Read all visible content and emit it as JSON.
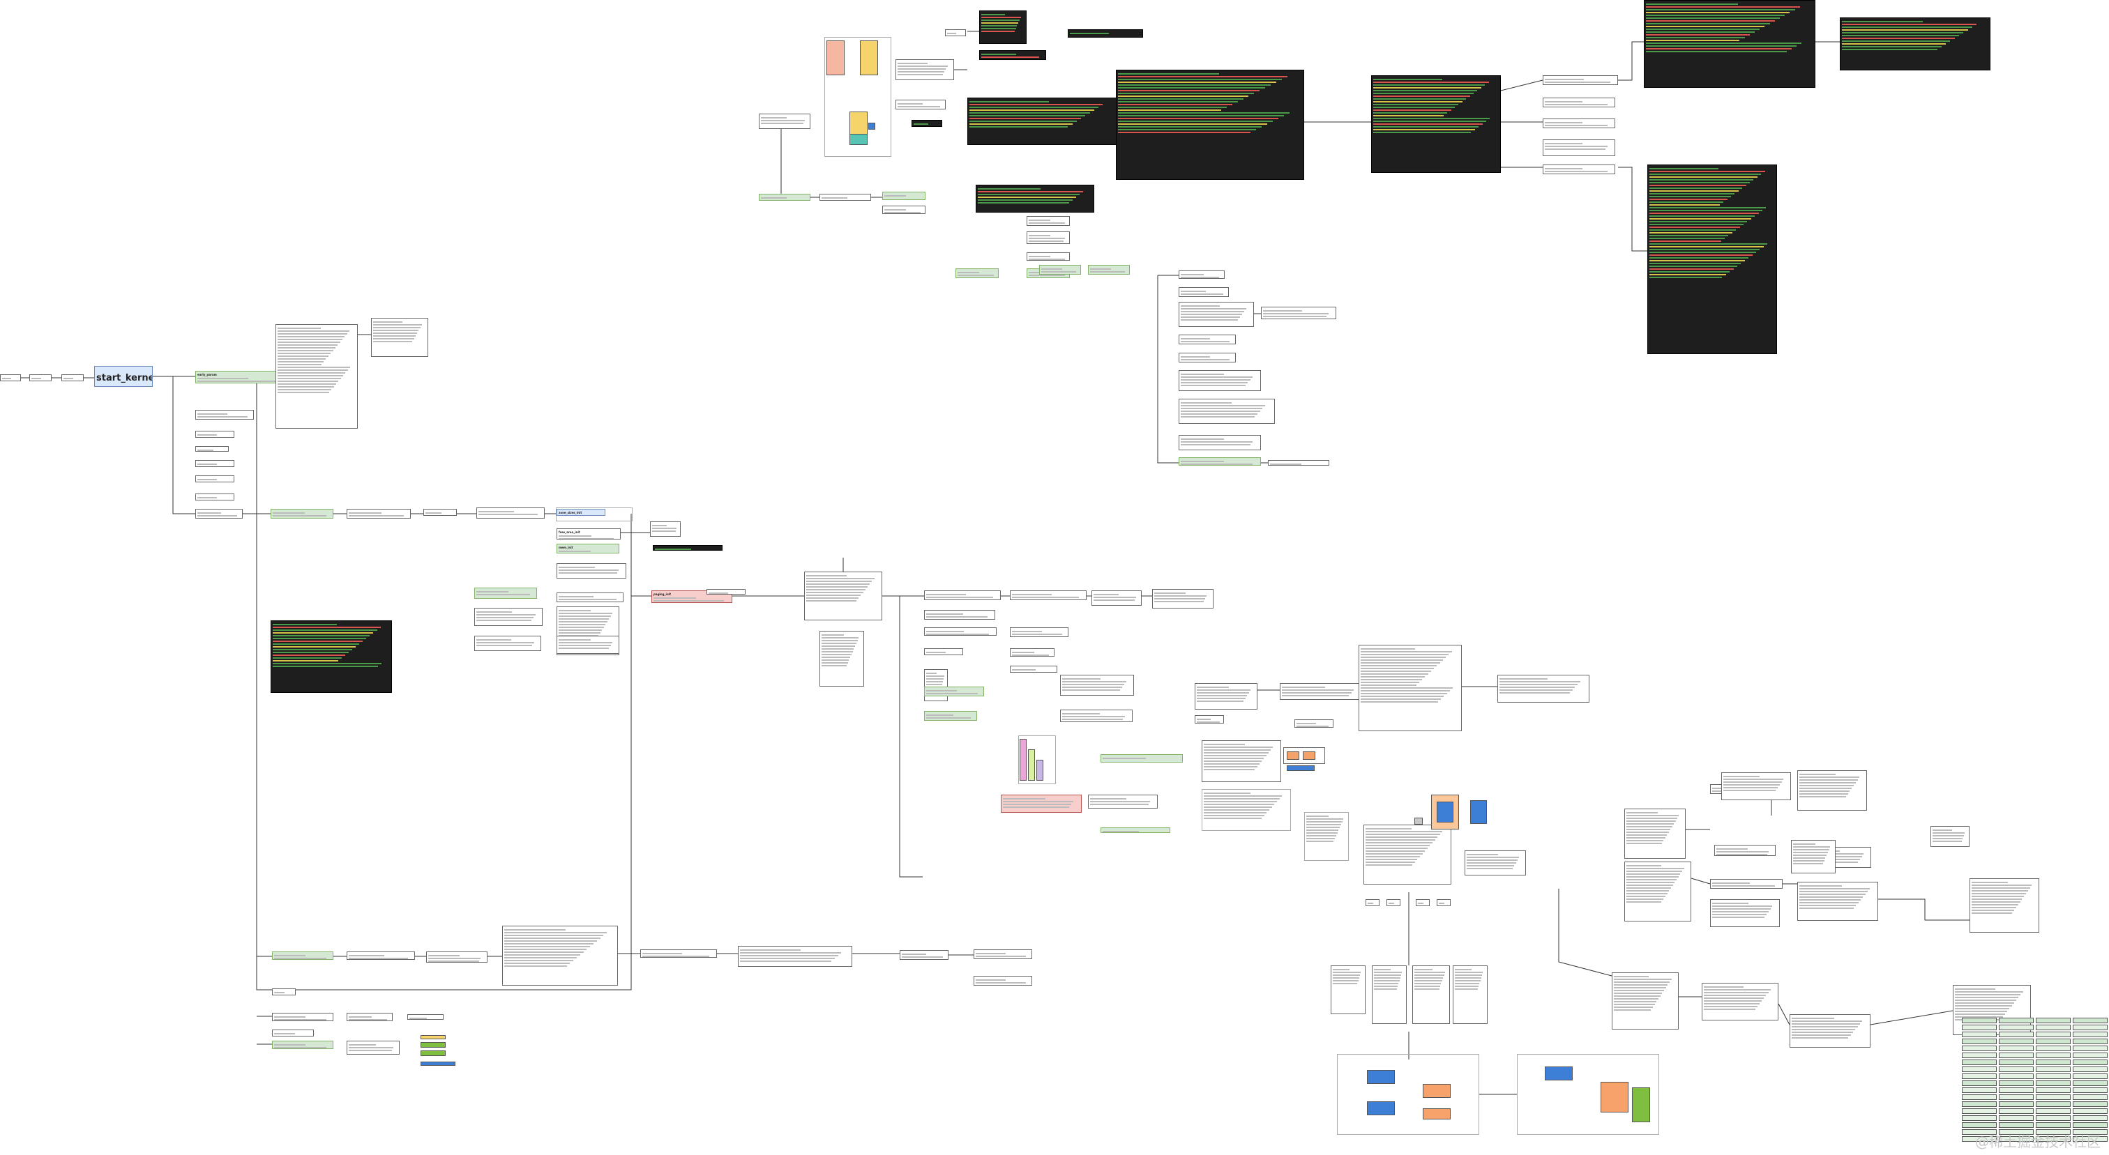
{
  "diagram": {
    "root": {
      "label": "start_kernel"
    },
    "colors": {
      "green": "#d5e8d4",
      "blue": "#dae8fc",
      "red": "#f8cecc",
      "terminal": "#1e1e1e",
      "orange": "#f5a26a",
      "accent_blue": "#3d7fd6",
      "lime": "#7fbf3f"
    },
    "labels": {
      "early_param": "early_param",
      "top_hint": "加入页表映射",
      "layer_hint": "内核页表分层",
      "mid_header": "paging_init",
      "mem_init": "mem_init",
      "free_area": "free_area_init",
      "zone_sizes": "zone_sizes_init"
    },
    "watermark": "@稀土掘金技术社区"
  }
}
